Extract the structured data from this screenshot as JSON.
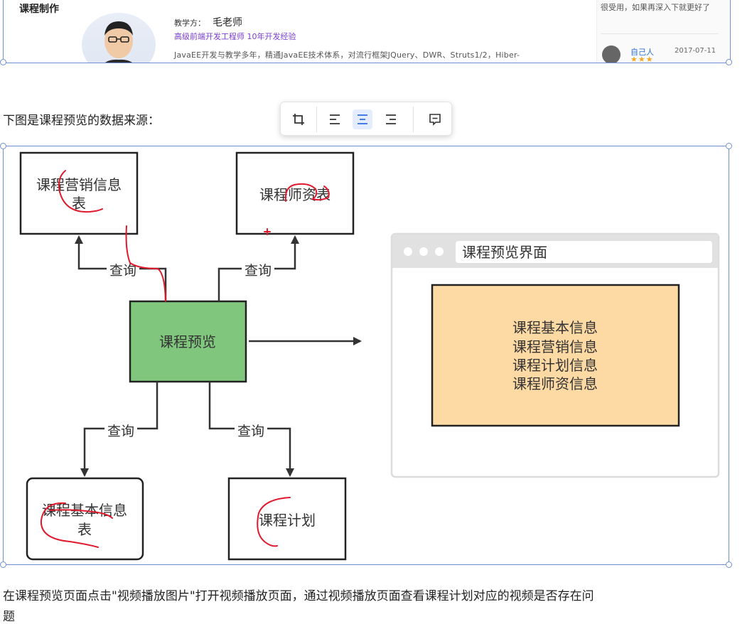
{
  "top_screenshot": {
    "section_title": "课程制作",
    "teacher_label": "教学方：",
    "teacher_name": "毛老师",
    "teacher_title": "高级前端开发工程师   10年开发经验",
    "teacher_desc": "JavaEE开发与教学多年，精通JavaEE技术体系，对流行框架JQuery、DWR、Struts1/2，Hiber-",
    "comment_text": "很受用，如果再深入下就更好了",
    "comment_user": "自己人",
    "comment_date": "2017-07-11",
    "comment_stars": "★★★"
  },
  "paragraph_1": "下图是课程预览的数据来源：",
  "toolbar": {
    "buttons": [
      "crop-icon",
      "align-left-icon",
      "align-center-icon",
      "align-right-icon",
      "comment-icon"
    ],
    "active": "align-center-icon"
  },
  "diagram": {
    "box_marketing": [
      "课程营销信息",
      "表"
    ],
    "box_teacher": "课程师资表",
    "box_preview": "课程预览",
    "box_basic": [
      "课程基本信息",
      "表"
    ],
    "box_plan": "课程计划",
    "query_label": "查询",
    "window_title": "课程预览界面",
    "window_content": [
      "课程基本信息",
      "课程营销信息",
      "课程计划信息",
      "课程师资信息"
    ],
    "colors": {
      "preview_fill": "#80c67d",
      "content_fill": "#fdd9a4",
      "annotation": "#e0192d",
      "selection": "#6f8fd6"
    }
  },
  "paragraph_2_line1": "在课程预览页面点击\"视频播放图片\"打开视频播放页面，通过视频播放页面查看课程计划对应的视频是否存在问",
  "paragraph_2_line2": "题"
}
